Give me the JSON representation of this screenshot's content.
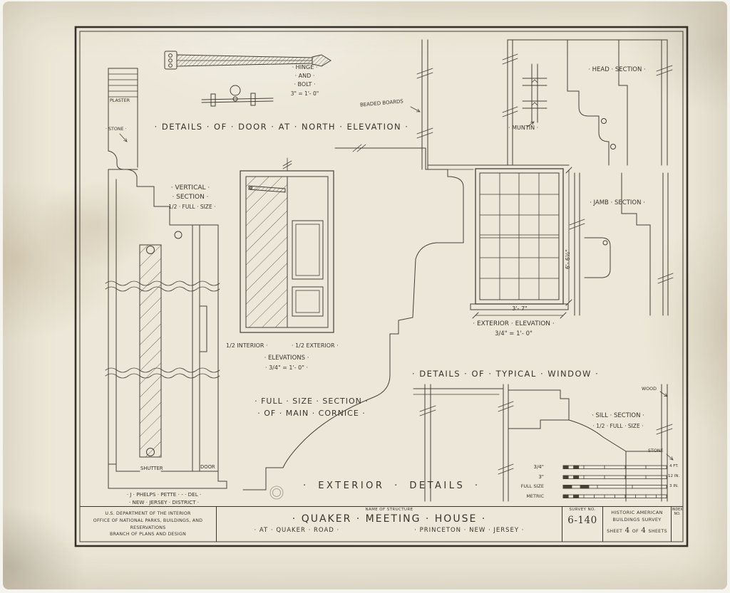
{
  "sheet": {
    "paper_color": "#e9e3d2",
    "ink_color": "#454036"
  },
  "annotations": {
    "hinge_line1": "· HINGE ·",
    "hinge_line2": "· AND ·",
    "hinge_line3": "· BOLT ·",
    "hinge_scale": "3\" = 1'- 0\"",
    "door_details_title": "· DETAILS · OF · DOOR · AT · NORTH · ELEVATION ·",
    "plaster": "PLASTER",
    "stone_upper": "· STONE ·",
    "beaded_boards": "BEADED BOARDS",
    "head_section": "· HEAD · SECTION ·",
    "muntin": "· MUNTIN ·",
    "vertical_section_line1": "· VERTICAL ·",
    "vertical_section_line2": "· SECTION ·",
    "vertical_section_line3": "· 1/2 · FULL · SIZE ·",
    "jamb_section": "· JAMB · SECTION ·",
    "half_interior": "1/2 INTERIOR ·",
    "half_exterior": "· 1/2 EXTERIOR ·",
    "elevations": "· ELEVATIONS ·",
    "elevations_scale": "· 3/4\" = 1'- 0\" ·",
    "window_width_dim": "3'- 7\"",
    "window_height_dim": "6'- 6½\"",
    "exterior_elevation": "· EXTERIOR · ELEVATION ·",
    "exterior_elevation_scale": "3/4\" = 1'- 0\"",
    "window_details_title": "· DETAILS · OF · TYPICAL · WINDOW ·",
    "cornice_line1": "· FULL · SIZE · SECTION ·",
    "cornice_line2": "· OF · MAIN · CORNICE ·",
    "sill_section_line1": "· SILL · SECTION ·",
    "sill_section_line2": "· 1/2 · FULL · SIZE ·",
    "wood": "WOOD",
    "stone_lower": "STONE",
    "shutter": "SHUTTER",
    "door": "DOOR",
    "delineator_line1": "· J · PHELPS · PETTE · - · DEL ·",
    "delineator_line2": "· NEW · JERSEY · DISTRICT ·",
    "exterior_details_title": "· EXTERIOR · DETAILS ·"
  },
  "scale_bars": {
    "label_34": "3/4\"",
    "label_3": "3\"",
    "label_full_size": "FULL SIZE",
    "label_metric": "METRIC",
    "end_ft": "4 FT.",
    "end_12in": "12 IN.",
    "end_3in": "3 IN."
  },
  "titleblock": {
    "agency_line1": "U.S. DEPARTMENT OF THE INTERIOR",
    "agency_line2": "OFFICE OF NATIONAL PARKS, BUILDINGS, AND RESERVATIONS",
    "agency_line3": "BRANCH OF PLANS AND DESIGN",
    "name_of_structure_label": "NAME OF STRUCTURE",
    "structure_name": "· QUAKER · MEETING · HOUSE ·",
    "location_left": "· AT · QUAKER · ROAD ·",
    "location_right": "· PRINCETON · NEW · JERSEY ·",
    "survey_no_label": "SURVEY NO.",
    "survey_no_value": "6-140",
    "survey_title_line1": "HISTORIC AMERICAN",
    "survey_title_line2": "BUILDINGS SURVEY",
    "sheet_prefix": "SHEET",
    "sheet_num": "4",
    "sheet_of": "OF",
    "sheet_total": "4",
    "sheet_suffix": "SHEETS",
    "index_no_label": "INDEX NO."
  }
}
